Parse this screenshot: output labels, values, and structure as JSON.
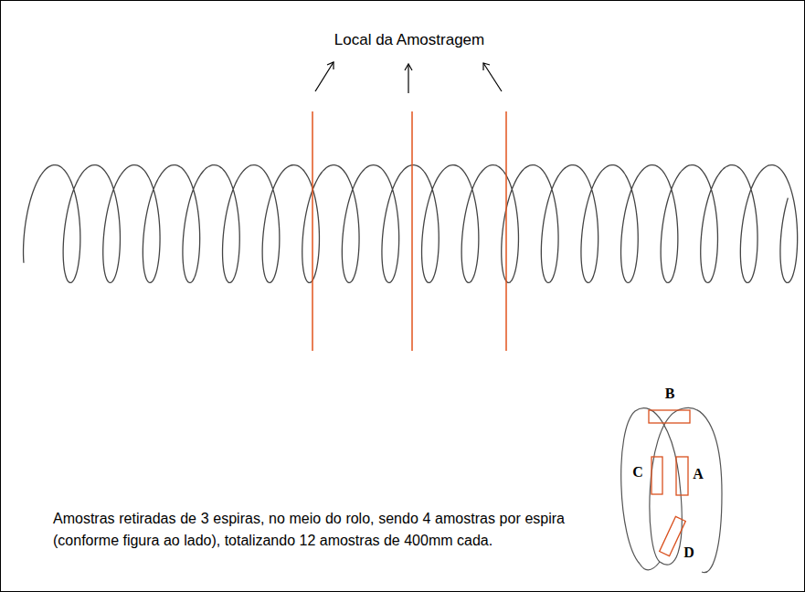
{
  "diagram": {
    "labels": [
      "Local da Amostragem",
      "Amostras retiradas de 3 espiras, no meio do rolo, sendo 4 amostras por espira (conforme figura ao lado), totalizando 12 amostras de 400mm cada.",
      "B",
      "C",
      "A",
      "D"
    ]
  }
}
